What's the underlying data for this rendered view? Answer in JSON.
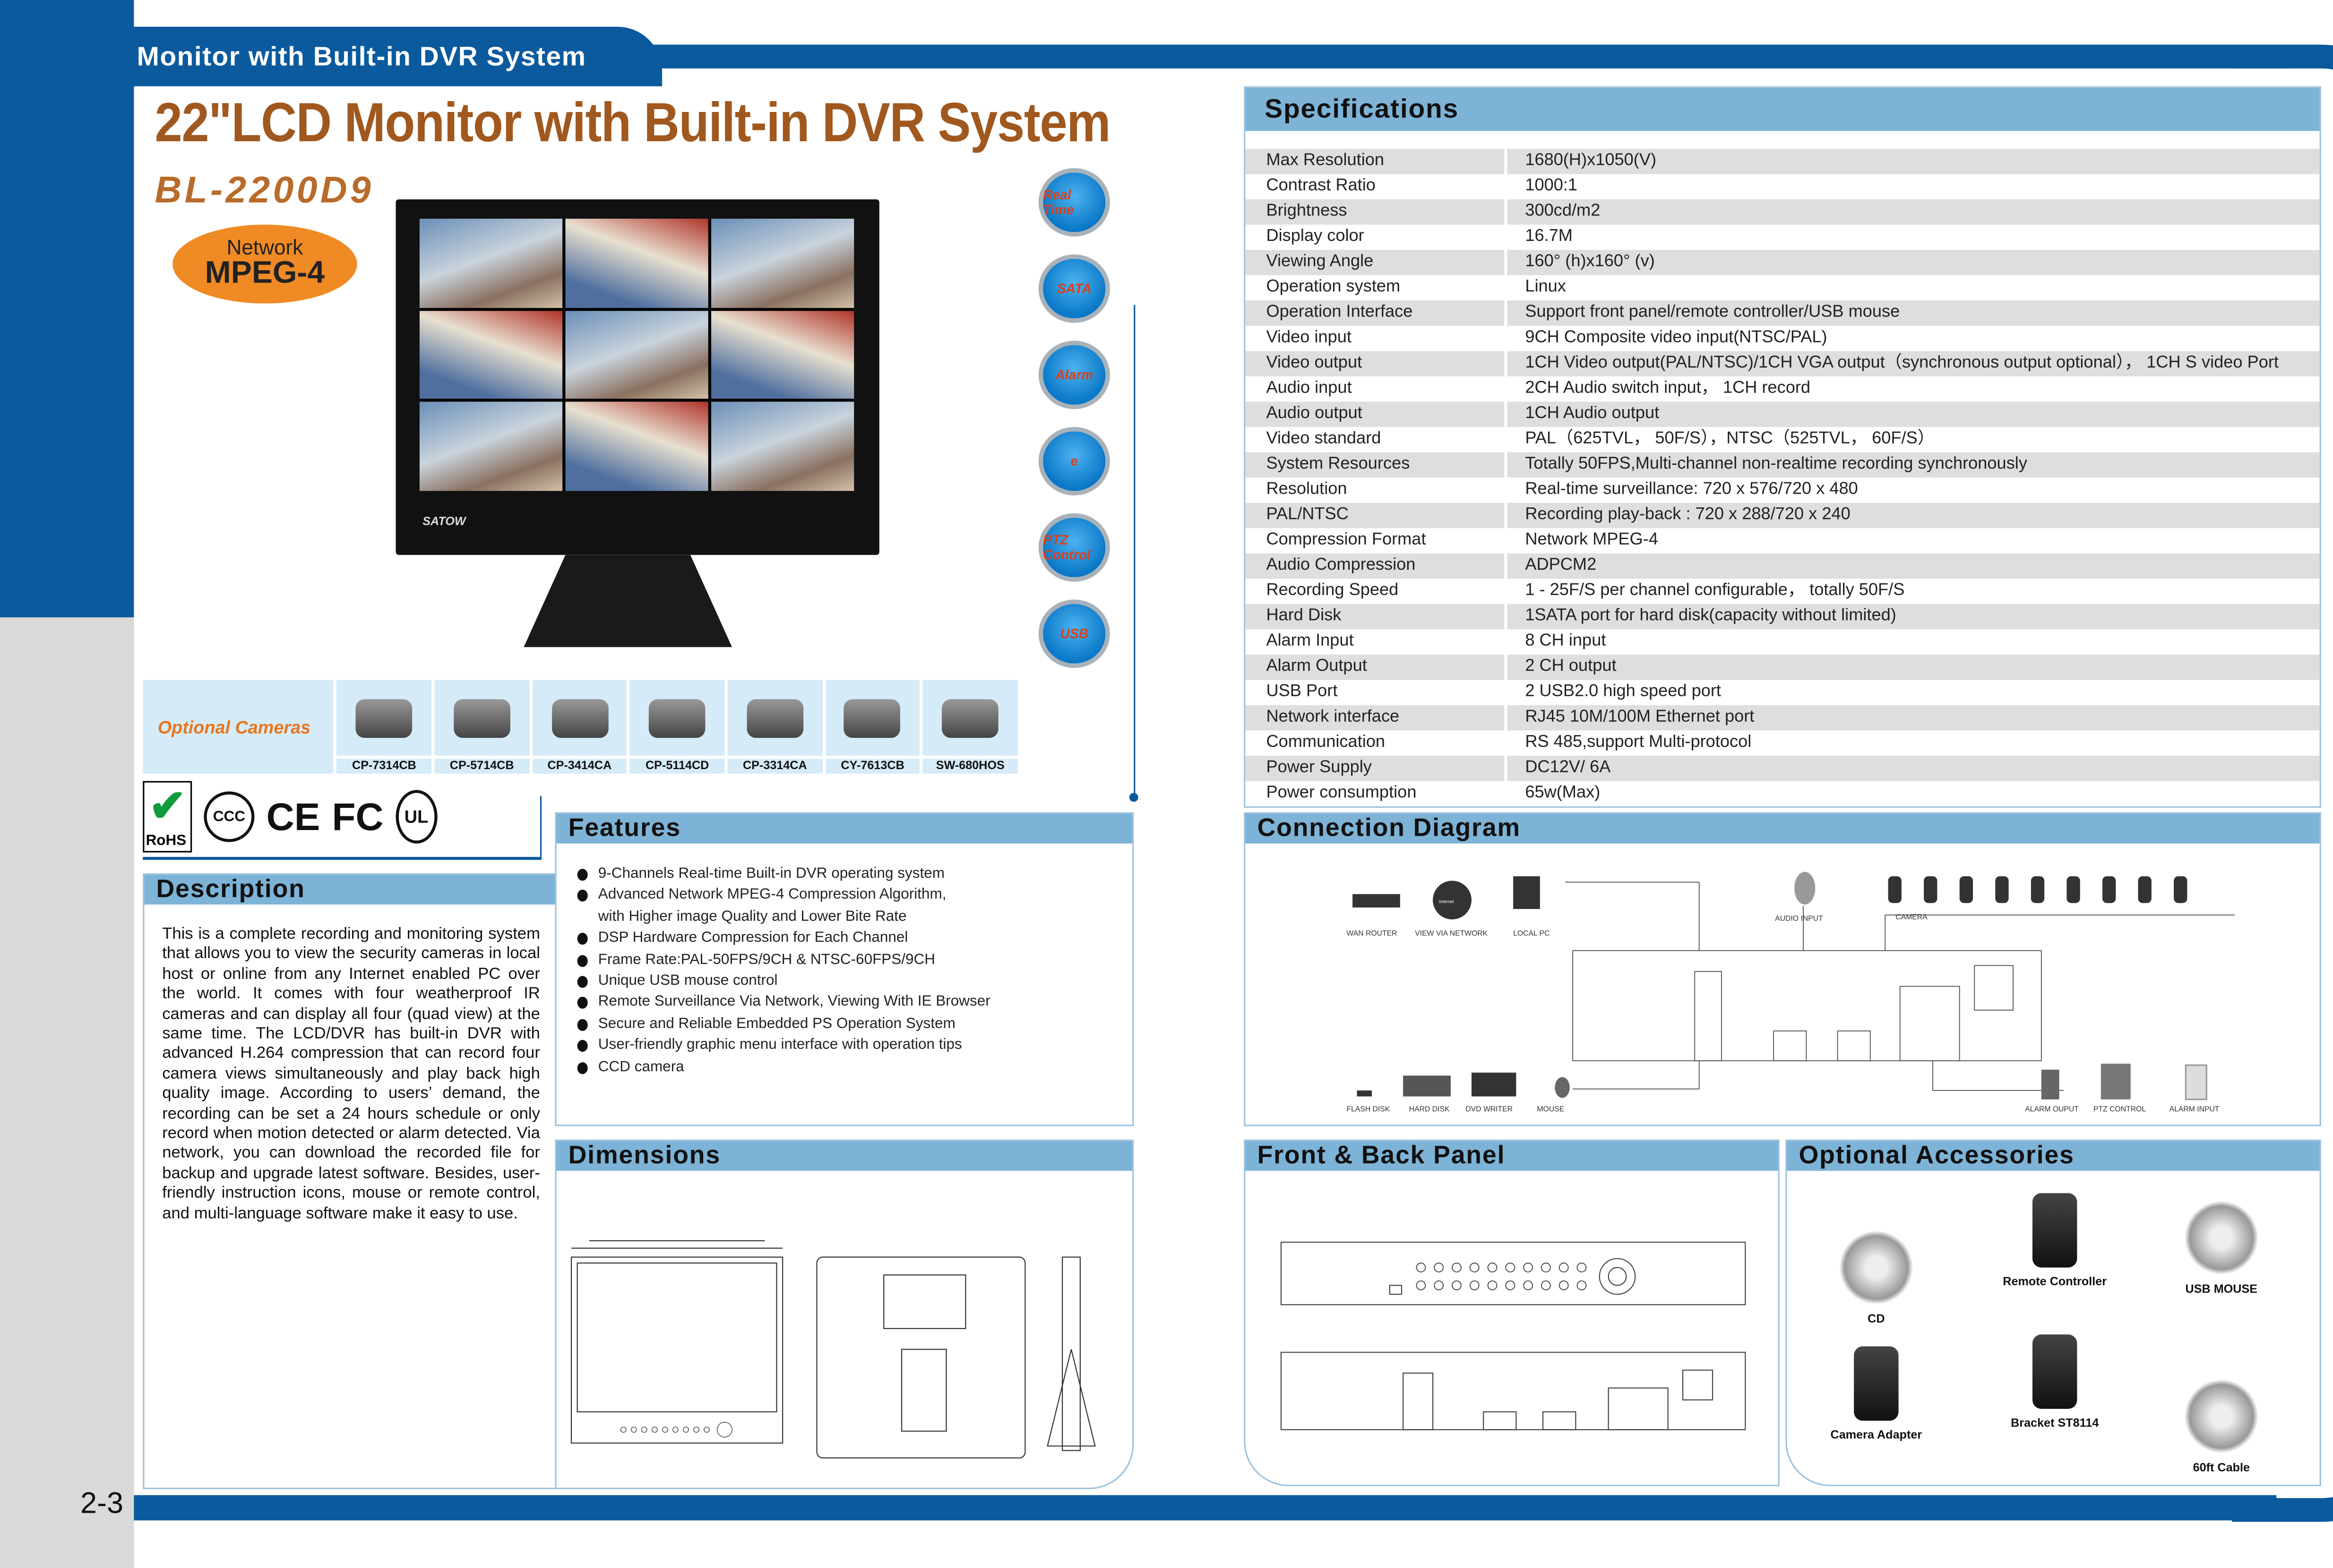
{
  "header_tab": "Monitor with Built-in DVR System",
  "page_number": "2-3",
  "title": "22\"LCD Monitor with Built-in DVR System",
  "model": "BL-2200D9",
  "badge": {
    "line1": "Network",
    "line2": "MPEG-4"
  },
  "monitor_brand": "SATOW",
  "feature_icons": [
    {
      "icon": "real-time-clock-icon",
      "label": "Real Time"
    },
    {
      "icon": "sata-drive-icon",
      "label": "SATA"
    },
    {
      "icon": "alarm-megaphone-icon",
      "label": "Alarm"
    },
    {
      "icon": "ie-browser-icon",
      "label": "e"
    },
    {
      "icon": "ptz-control-icon",
      "label": "PTZ Control"
    },
    {
      "icon": "usb-icon",
      "label": "USB"
    }
  ],
  "optional_cameras": {
    "label": "Optional Cameras",
    "models": [
      "CP-7314CB",
      "CP-5714CB",
      "CP-3414CA",
      "CP-5114CD",
      "CP-3314CA",
      "CY-7613CB",
      "SW-680HOS"
    ]
  },
  "certifications": [
    "RoHS",
    "CCC",
    "CE",
    "FC",
    "UL"
  ],
  "description": {
    "heading": "Description",
    "text": "This is a complete recording and monitoring system that allows you to view the security cameras in local host or online from any Internet enabled PC over the world. It comes with four weatherproof IR cameras and can display all four (quad view) at the same time. The LCD/DVR has built-in DVR with advanced H.264 compression that can record four camera views simultaneously and play back high quality image. According to users’ demand, the recording can be set a 24 hours schedule or only record when motion detected or alarm detected. Via network, you can download the recorded file for backup and upgrade latest software. Besides, user-friendly instruction icons, mouse or remote control, and multi-language software make it easy to use."
  },
  "features": {
    "heading": "Features",
    "items": [
      {
        "text": "9-Channels Real-time Built-in DVR operating system",
        "bullet": true
      },
      {
        "text": "Advanced Network MPEG-4 Compression Algorithm,",
        "bullet": true
      },
      {
        "text": "with Higher image Quality and Lower Bite Rate",
        "bullet": false
      },
      {
        "text": "DSP Hardware Compression for Each Channel",
        "bullet": true
      },
      {
        "text": "Frame Rate:PAL-50FPS/9CH & NTSC-60FPS/9CH",
        "bullet": true
      },
      {
        "text": "Unique USB mouse control",
        "bullet": true
      },
      {
        "text": "Remote Surveillance Via Network, Viewing With IE Browser",
        "bullet": true
      },
      {
        "text": "Secure and Reliable Embedded PS Operation System",
        "bullet": true
      },
      {
        "text": "User-friendly graphic menu interface with operation tips",
        "bullet": true
      },
      {
        "text": "CCD camera",
        "bullet": true
      }
    ]
  },
  "dimensions": {
    "heading": "Dimensions"
  },
  "specifications": {
    "heading": "Specifications",
    "rows": [
      [
        "Max Resolution",
        "1680(H)x1050(V)"
      ],
      [
        "Contrast Ratio",
        "1000:1"
      ],
      [
        "Brightness",
        "300cd/m2"
      ],
      [
        "Display color",
        "16.7M"
      ],
      [
        "Viewing Angle",
        "160°  (h)x160°  (v)"
      ],
      [
        "Operation system",
        "Linux"
      ],
      [
        "Operation Interface",
        "Support front panel/remote controller/USB mouse"
      ],
      [
        "Video input",
        "9CH Composite video input(NTSC/PAL)"
      ],
      [
        "Video output",
        "1CH Video output(PAL/NTSC)/1CH VGA output（synchronous output optional）， 1CH S video Port"
      ],
      [
        "Audio input",
        "2CH Audio switch input， 1CH record"
      ],
      [
        "Audio output",
        "1CH Audio output"
      ],
      [
        "Video standard",
        "PAL（625TVL， 50F/S），NTSC（525TVL， 60F/S）"
      ],
      [
        "System Resources",
        "Totally 50FPS,Multi-channel non-realtime recording synchronously"
      ],
      [
        "Resolution",
        "Real-time surveillance: 720 x 576/720 x 480"
      ],
      [
        "PAL/NTSC",
        "Recording play-back :  720 x 288/720 x 240"
      ],
      [
        "Compression Format",
        "Network MPEG-4"
      ],
      [
        "Audio Compression",
        "ADPCM2"
      ],
      [
        "Recording Speed",
        "1 - 25F/S per channel configurable， totally 50F/S"
      ],
      [
        "Hard Disk",
        "1SATA  port for hard disk(capacity without limited)"
      ],
      [
        "Alarm Input",
        "8 CH input"
      ],
      [
        "Alarm Output",
        "2 CH output"
      ],
      [
        "USB Port",
        "2 USB2.0 high speed port"
      ],
      [
        "Network interface",
        "RJ45 10M/100M Ethernet port"
      ],
      [
        "Communication",
        "RS 485,support Multi-protocol"
      ],
      [
        "Power Supply",
        "DC12V/ 6A"
      ],
      [
        "Power consumption",
        "65w(Max)"
      ]
    ]
  },
  "connection_diagram": {
    "heading": "Connection Diagram",
    "labels": {
      "wan_router": "WAN ROUTER",
      "view_via_network": "VIEW VIA NETWORK",
      "local_pc": "LOCAL PC",
      "internet": "Internet",
      "audio_input": "AUDIO INPUT",
      "camera": "CAMERA",
      "flash_disk": "FLASH DISK",
      "hard_disk": "HARD DISK",
      "dvd_writer": "DVD WRITER",
      "mouse": "MOUSE",
      "alarm_output": "ALARM OUPUT",
      "ptz_control": "PTZ CONTROL",
      "alarm_input": "ALARM INPUT"
    }
  },
  "front_back_panel": {
    "heading": "Front & Back Panel"
  },
  "optional_accessories": {
    "heading": "Optional Accessories",
    "items": [
      {
        "name": "CD"
      },
      {
        "name": "Remote Controller"
      },
      {
        "name": "USB MOUSE"
      },
      {
        "name": "Camera Adapter"
      },
      {
        "name": "Bracket ST8114"
      },
      {
        "name": "60ft Cable"
      }
    ]
  },
  "colors": {
    "brand_blue": "#0b5a9e",
    "header_blue": "#7db3d6",
    "title_brown": "#a0581e",
    "badge_orange": "#f08a24"
  }
}
